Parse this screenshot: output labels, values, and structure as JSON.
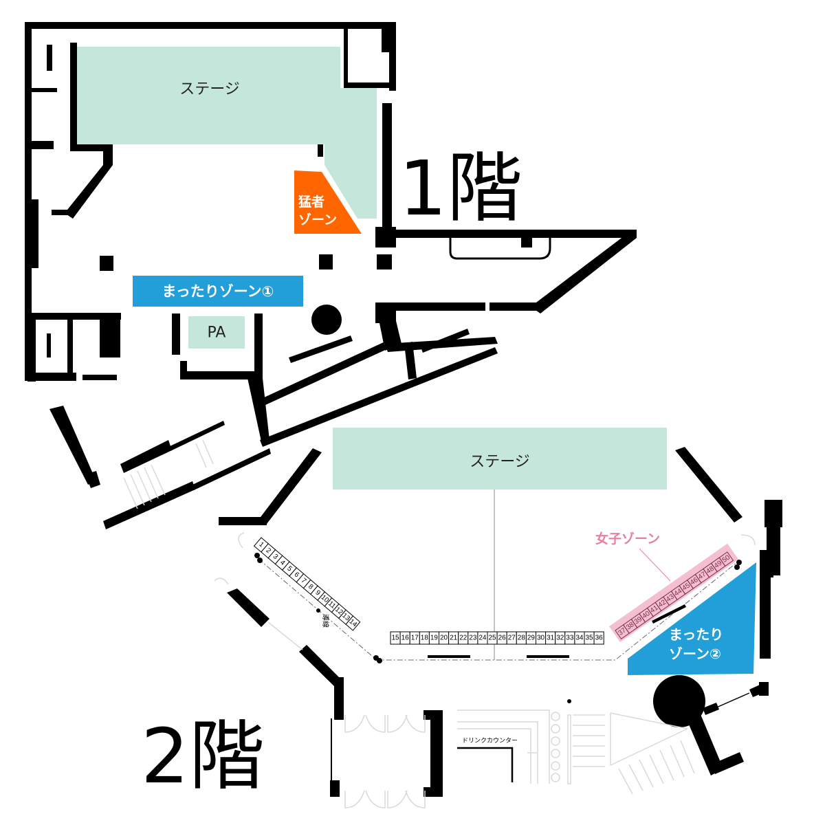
{
  "floors": {
    "floor1": {
      "label": "1階",
      "stage_label": "ステージ",
      "pa_label": "PA",
      "zones": {
        "mosa": {
          "line1": "猛者",
          "line2": "ゾーン",
          "color": "#ff6600"
        },
        "mattari1": {
          "label": "まったりゾーン①",
          "color": "#229ed9"
        }
      }
    },
    "floor2": {
      "label": "2階",
      "stage_label": "ステージ",
      "drink_counter_label": "ドリンクカウンター",
      "route_label": "導線",
      "zones": {
        "joshi": {
          "label": "女子ゾーン",
          "color": "#e87ea1",
          "fill": "#f4bfd0",
          "seats_from": 37,
          "seats_to": 50
        },
        "mattari2": {
          "line1": "まったり",
          "line2": "ゾーン②",
          "color": "#229ed9"
        }
      },
      "seats": {
        "left_diagonal": [
          "1",
          "2",
          "3",
          "4",
          "5",
          "6",
          "7",
          "8",
          "9",
          "10",
          "11",
          "12",
          "13",
          "14"
        ],
        "center_row": [
          "15",
          "16",
          "17",
          "18",
          "19",
          "20",
          "21",
          "22",
          "23",
          "24",
          "25",
          "26",
          "27",
          "28",
          "29",
          "30",
          "31",
          "32",
          "33",
          "34",
          "35",
          "36"
        ],
        "right_diagonal": [
          "37",
          "38",
          "39",
          "40",
          "41",
          "42",
          "43",
          "44",
          "45",
          "46",
          "47",
          "48",
          "49",
          "50"
        ]
      }
    }
  },
  "colors": {
    "stage": "#c5e6da",
    "wall": "#000000",
    "mattari": "#229ed9",
    "mosa": "#ff6600",
    "joshi_text": "#e87ea1"
  }
}
